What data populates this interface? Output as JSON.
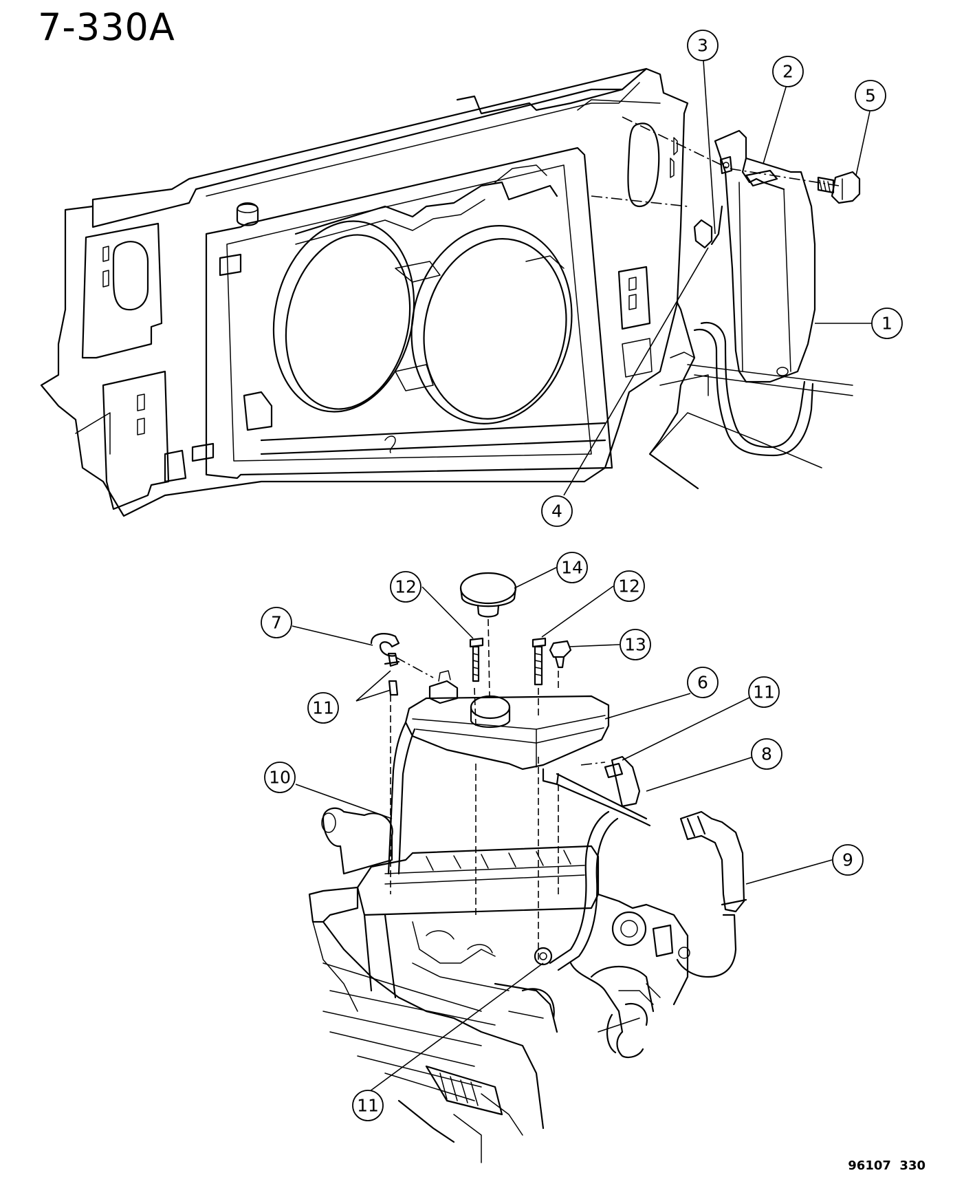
{
  "diagram": {
    "figure_id": "7-330A",
    "drawing_code": "96107  330",
    "callouts": [
      {
        "id": "c1",
        "label": "1"
      },
      {
        "id": "c2",
        "label": "2"
      },
      {
        "id": "c3",
        "label": "3"
      },
      {
        "id": "c4",
        "label": "4"
      },
      {
        "id": "c5",
        "label": "5"
      },
      {
        "id": "c6",
        "label": "6"
      },
      {
        "id": "c7",
        "label": "7"
      },
      {
        "id": "c8",
        "label": "8"
      },
      {
        "id": "c9",
        "label": "9"
      },
      {
        "id": "c10",
        "label": "10"
      },
      {
        "id": "c11a",
        "label": "11"
      },
      {
        "id": "c11b",
        "label": "11"
      },
      {
        "id": "c11c",
        "label": "11"
      },
      {
        "id": "c12a",
        "label": "12"
      },
      {
        "id": "c12b",
        "label": "12"
      },
      {
        "id": "c13",
        "label": "13"
      },
      {
        "id": "c14",
        "label": "14"
      }
    ]
  }
}
